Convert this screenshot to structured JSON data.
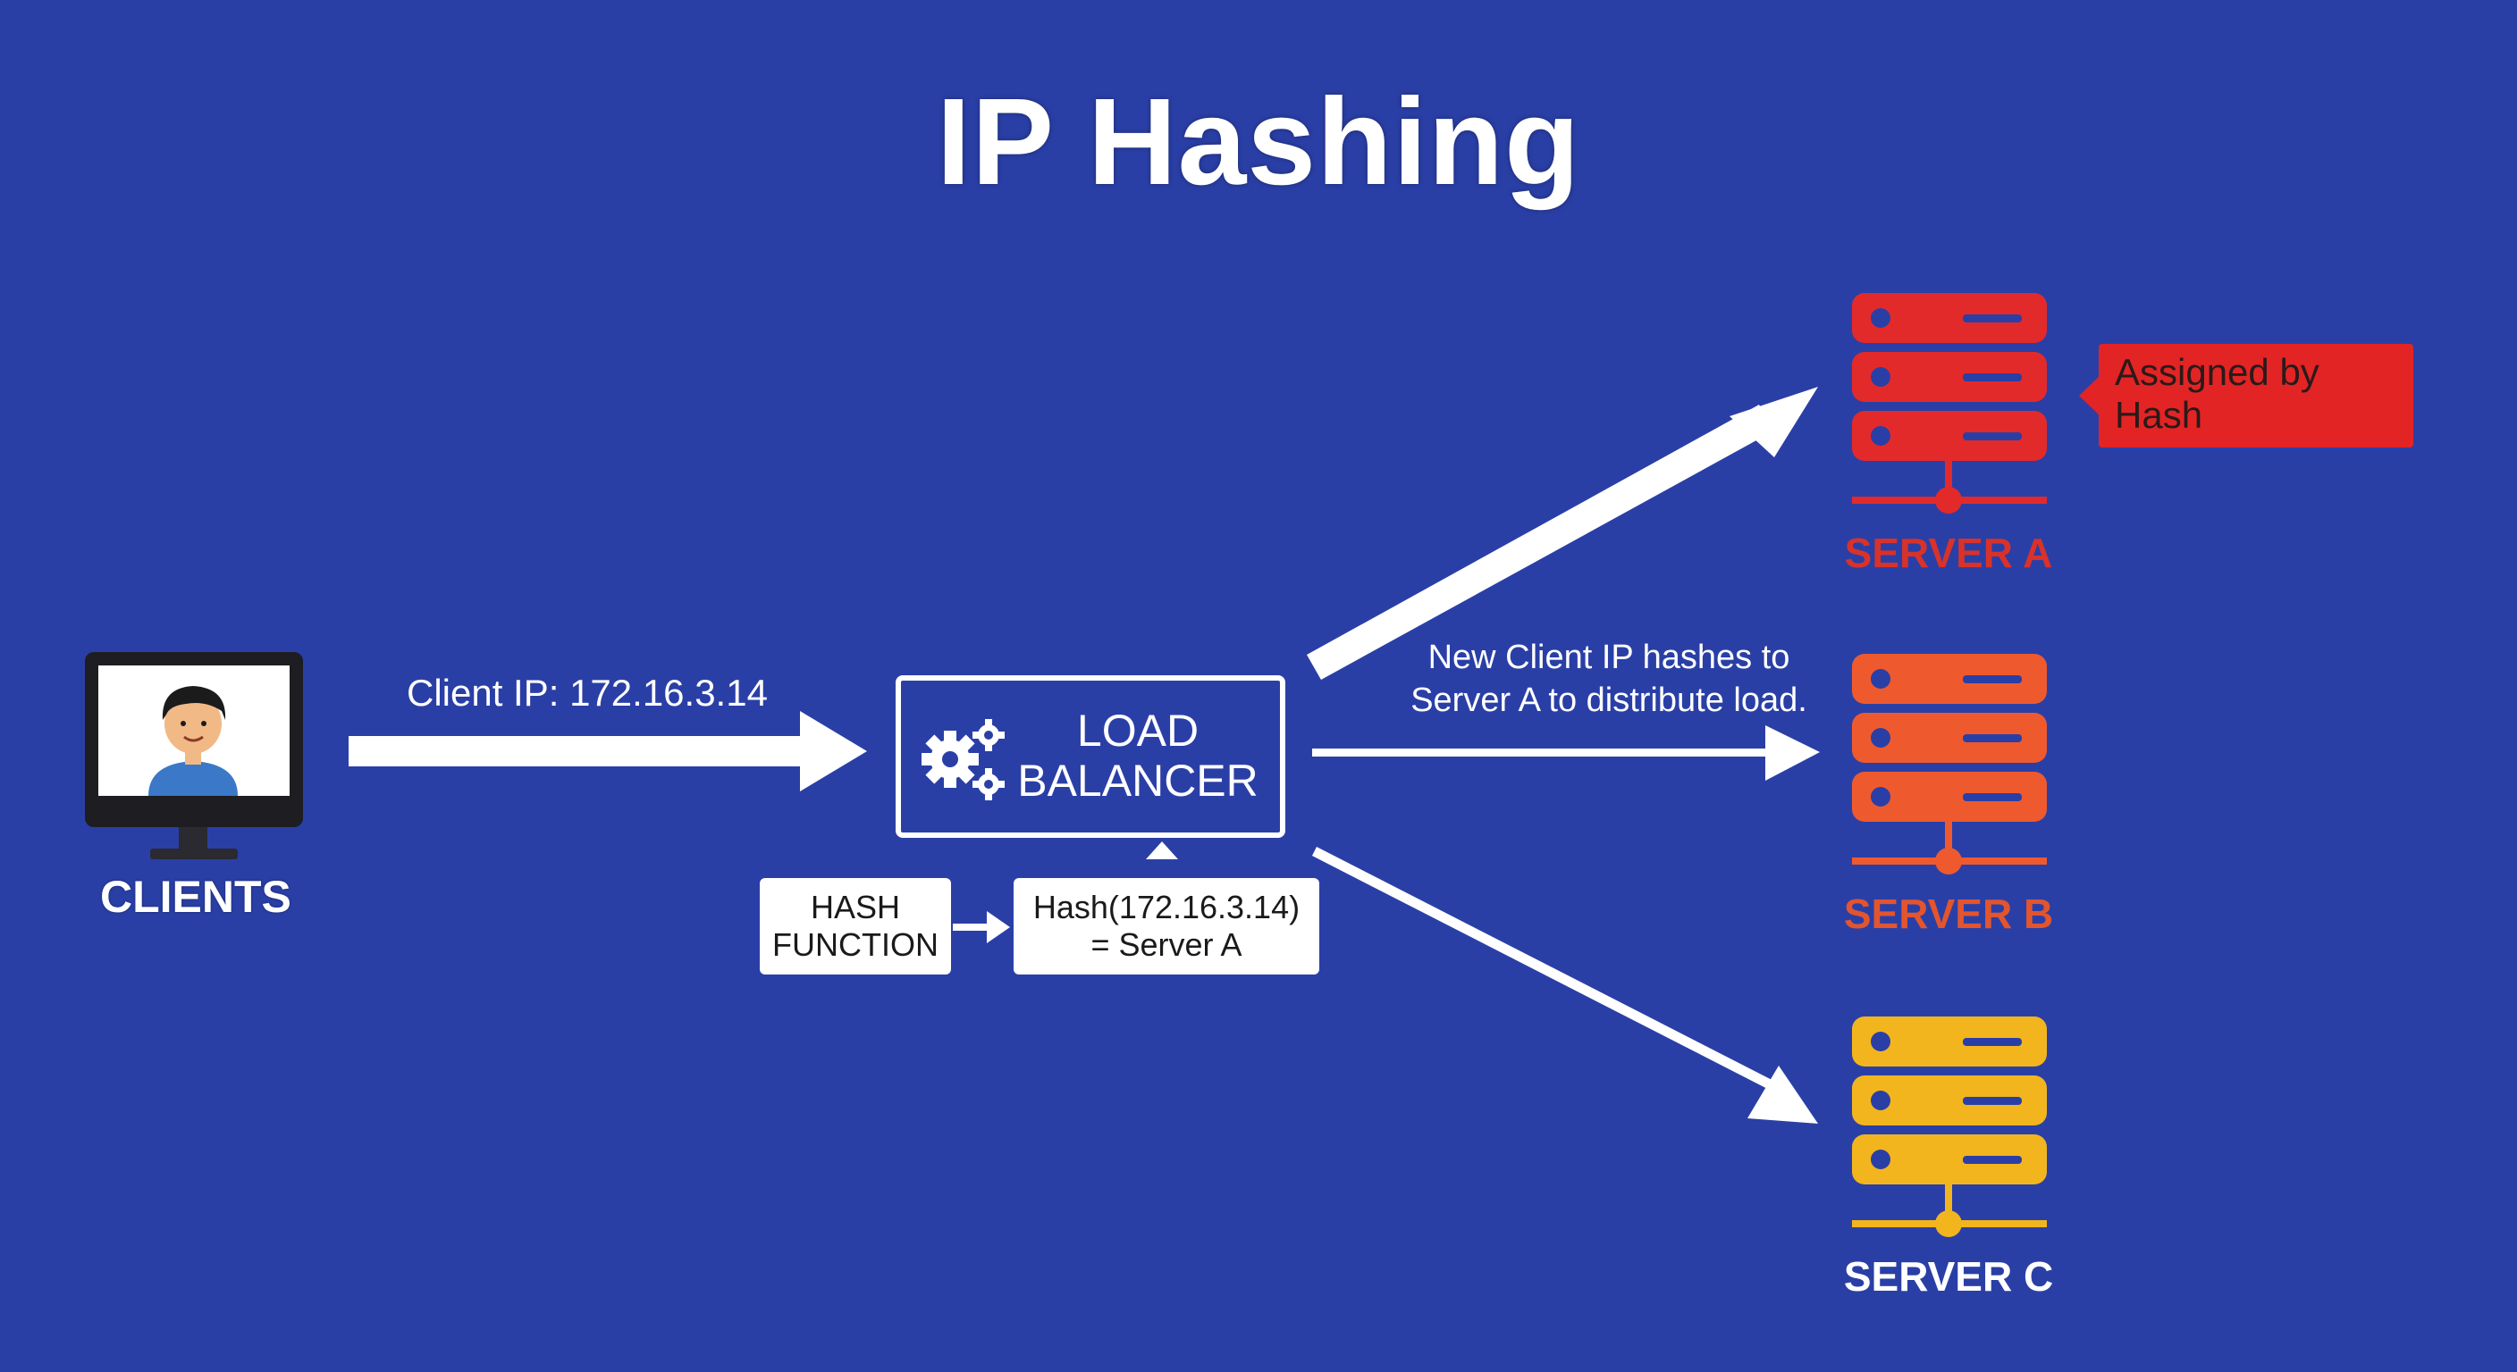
{
  "title": "IP Hashing",
  "client": {
    "label": "CLIENTS",
    "ip_label": "Client IP: 172.16.3.14"
  },
  "load_balancer": {
    "line1": "LOAD",
    "line2": "BALANCER"
  },
  "hash_function": {
    "line1": "HASH",
    "line2": "FUNCTION"
  },
  "hash_result": {
    "line1": "Hash(172.16.3.14)",
    "line2": "= Server A"
  },
  "note": "New Client IP hashes to Server A to distribute load.",
  "callout": {
    "line1": "Assigned by",
    "line2": "Hash"
  },
  "servers": [
    {
      "label": "SERVER A",
      "color": "#e32a2a"
    },
    {
      "label": "SERVER B",
      "color": "#ee5a2e"
    },
    {
      "label": "SERVER C",
      "color": "#f2b51e"
    }
  ],
  "colors": {
    "background": "#2a3fa6",
    "arrow": "#ffffff"
  }
}
